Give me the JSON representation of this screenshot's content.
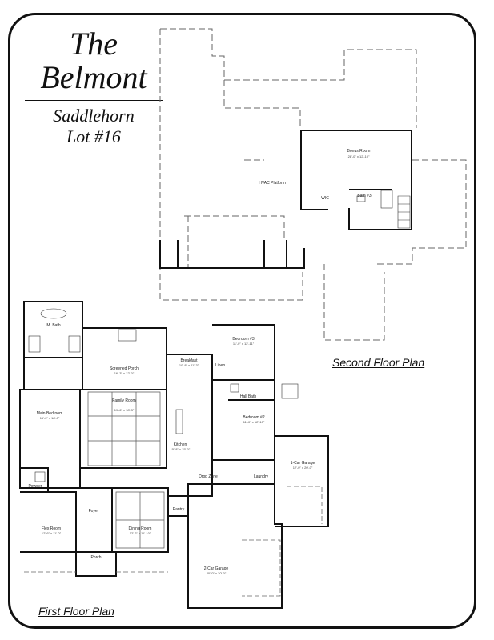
{
  "title": {
    "line1": "The",
    "line2": "Belmont",
    "subtitle": "Saddlehorn",
    "lot": "Lot #16"
  },
  "labels": {
    "second_floor": "Second Floor Plan",
    "first_floor": "First Floor Plan"
  },
  "second_floor_rooms": [
    {
      "name": "Bonus Room",
      "dims": "28'-0\" x 12'-10\""
    },
    {
      "name": "HVAC Platform",
      "dims": ""
    },
    {
      "name": "WIC",
      "dims": ""
    },
    {
      "name": "Bath #3",
      "dims": ""
    }
  ],
  "first_floor_rooms": [
    {
      "name": "M. Bath",
      "dims": ""
    },
    {
      "name": "Screened Porch",
      "dims": "16'-3\" x 12'-0\""
    },
    {
      "name": "Breakfast",
      "dims": "10'-8\" x 11'-3\""
    },
    {
      "name": "Bedroom #3",
      "dims": "11'-0\" x 12'-11\""
    },
    {
      "name": "Linen",
      "dims": ""
    },
    {
      "name": "Hall Bath",
      "dims": ""
    },
    {
      "name": "Family Room",
      "dims": "19'-6\" x 18'-3\""
    },
    {
      "name": "Main Bedroom",
      "dims": "16'-0\" x 18'-0\""
    },
    {
      "name": "Bedroom #2",
      "dims": "11'-0\" x 12'-10\""
    },
    {
      "name": "Kitchen",
      "dims": "15'-8\" x 15'-0\""
    },
    {
      "name": "1-Car Garage",
      "dims": "12'-0\" x 20'-0\""
    },
    {
      "name": "Drop Zone",
      "dims": ""
    },
    {
      "name": "Laundry",
      "dims": ""
    },
    {
      "name": "Powder",
      "dims": ""
    },
    {
      "name": "Foyer",
      "dims": ""
    },
    {
      "name": "Pantry",
      "dims": ""
    },
    {
      "name": "Flex Room",
      "dims": "12'-6\" x 11'-0\""
    },
    {
      "name": "Dining Room",
      "dims": "12'-2\" x 11'-10\""
    },
    {
      "name": "Porch",
      "dims": ""
    },
    {
      "name": "2-Car Garage",
      "dims": "20'-0\" x 20'-0\""
    }
  ],
  "colors": {
    "line": "#111111",
    "dashed": "#666666"
  }
}
